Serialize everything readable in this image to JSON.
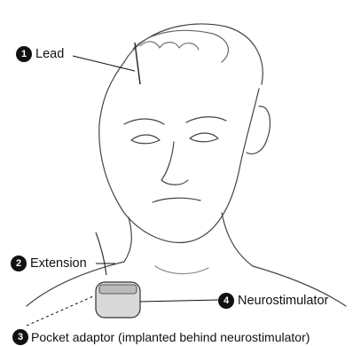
{
  "callouts": [
    {
      "number": "1",
      "label": "Lead"
    },
    {
      "number": "2",
      "label": "Extension"
    },
    {
      "number": "3",
      "label": "Pocket adaptor (implanted behind neurostimulator)"
    },
    {
      "number": "4",
      "label": "Neurostimulator"
    }
  ],
  "colors": {
    "ink": "#111111",
    "badge": "#111111",
    "background": "#ffffff",
    "device": "#d9d9d9"
  }
}
